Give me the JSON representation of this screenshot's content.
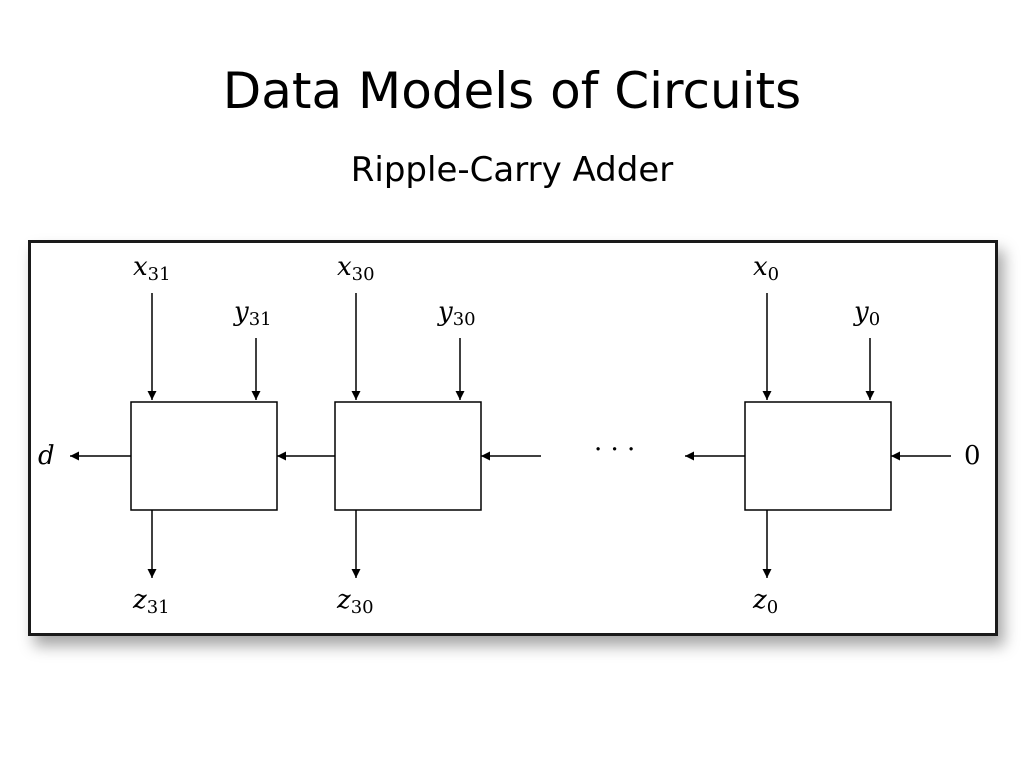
{
  "slide": {
    "title": "Data Models of Circuits",
    "subtitle": "Ripple-Carry Adder"
  },
  "diagram": {
    "stages": [
      {
        "x": "x",
        "x_sub": "31",
        "y": "y",
        "y_sub": "31",
        "z": "z",
        "z_sub": "31"
      },
      {
        "x": "x",
        "x_sub": "30",
        "y": "y",
        "y_sub": "30",
        "z": "z",
        "z_sub": "30"
      },
      {
        "x": "x",
        "x_sub": "0",
        "y": "y",
        "y_sub": "0",
        "z": "z",
        "z_sub": "0"
      }
    ],
    "carry_out_label": "d",
    "carry_in_label": "0",
    "ellipsis": "· · ·"
  }
}
